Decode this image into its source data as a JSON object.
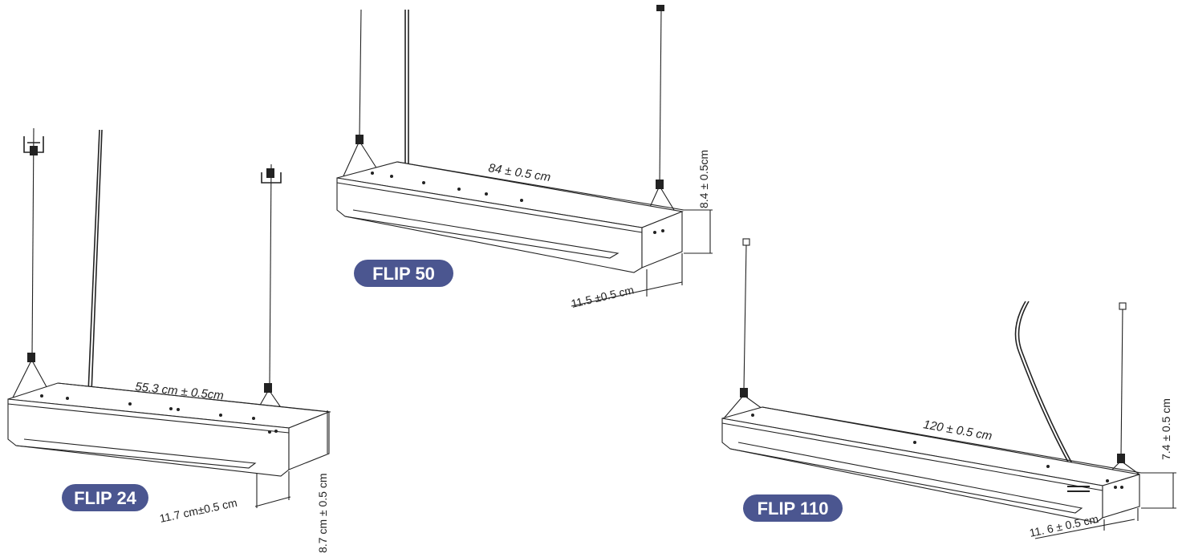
{
  "colors": {
    "badge": "#4b5690",
    "line": "#222222"
  },
  "products": [
    {
      "label": "FLIP 24",
      "length": "55.3 cm ± 0.5cm",
      "width": "11.7 cm±0.5 cm",
      "height": "8.7 cm ± 0.5 cm"
    },
    {
      "label": "FLIP 50",
      "length": "84 ± 0.5 cm",
      "width": "11.5 ±0.5 cm",
      "height": "8.4 ± 0.5cm"
    },
    {
      "label": "FLIP 110",
      "length": "120 ± 0.5 cm",
      "width": "11. 6 ± 0.5 cm",
      "height": "7.4 ± 0.5 cm"
    }
  ]
}
